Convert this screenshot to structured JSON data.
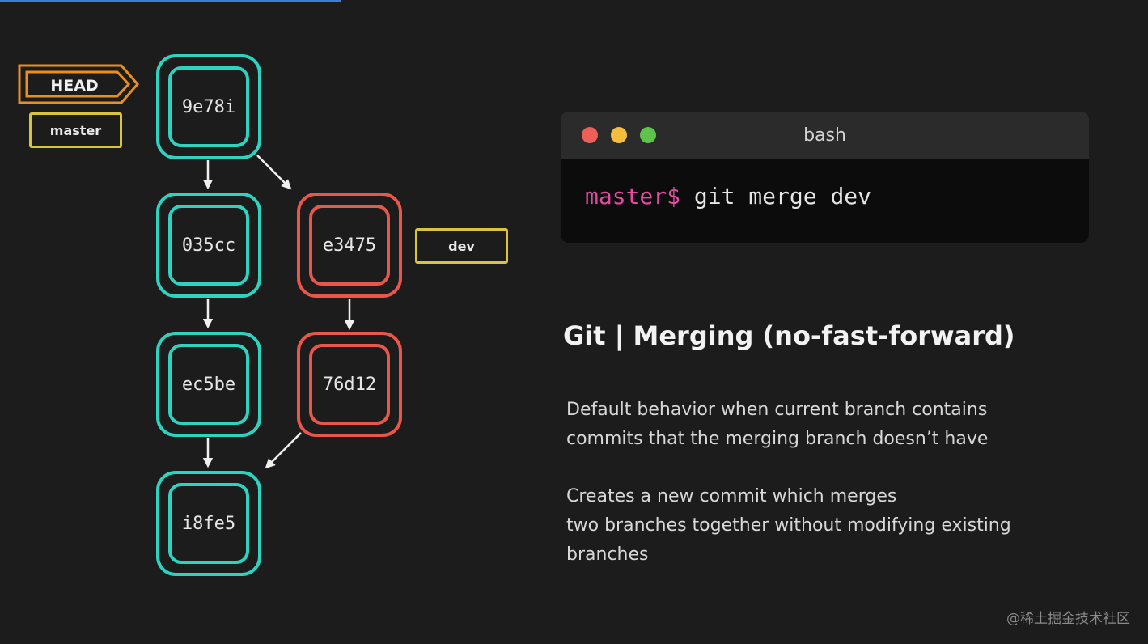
{
  "branches": {
    "head": "HEAD",
    "master": "master",
    "dev": "dev"
  },
  "commits": {
    "c1": "9e78i",
    "c2": "035cc",
    "c3": "ec5be",
    "c4": "i8fe5",
    "d1": "e3475",
    "d2": "76d12"
  },
  "terminal": {
    "title": "bash",
    "prompt": "master$",
    "command": " git merge dev"
  },
  "content": {
    "title": "Git | Merging (no-fast-forward)",
    "para1_line1": "Default behavior when current branch contains",
    "para1_line2": "commits that the merging branch doesn’t have",
    "para2_line1": "Creates a new commit which merges",
    "para2_line2": "two branches together without modifying existing",
    "para2_line3": "branches"
  },
  "watermark": "@稀土掘金技术社区",
  "colors": {
    "teal": "#2ed3c0",
    "red": "#e8574a",
    "orange": "#e8901f",
    "yellow": "#d9c43a",
    "prompt": "#e64aa0",
    "dot_red": "#ed5f57",
    "dot_yellow": "#f6bd3c",
    "dot_green": "#5dc34a"
  }
}
